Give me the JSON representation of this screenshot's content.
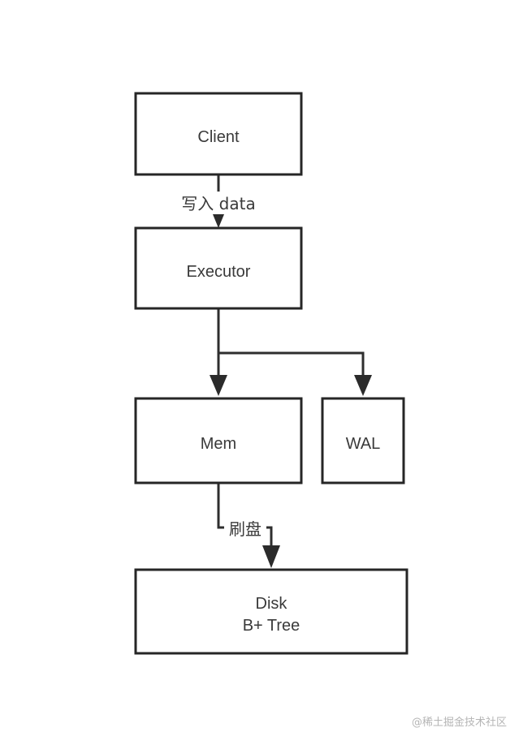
{
  "nodes": {
    "client": {
      "label": "Client"
    },
    "executor": {
      "label": "Executor"
    },
    "mem": {
      "label": "Mem"
    },
    "wal": {
      "label": "WAL"
    },
    "disk": {
      "line1": "Disk",
      "line2": "B+ Tree"
    }
  },
  "edges": {
    "client_to_executor": {
      "label": "写入 data"
    },
    "executor_to_mem": {
      "label": ""
    },
    "executor_to_wal": {
      "label": ""
    },
    "mem_to_disk": {
      "label": "刷盘"
    }
  },
  "watermark": "@稀土掘金技术社区",
  "colors": {
    "stroke": "#262626",
    "text": "#3a3a3a",
    "background": "#ffffff",
    "watermark": "#b5b5b5"
  }
}
